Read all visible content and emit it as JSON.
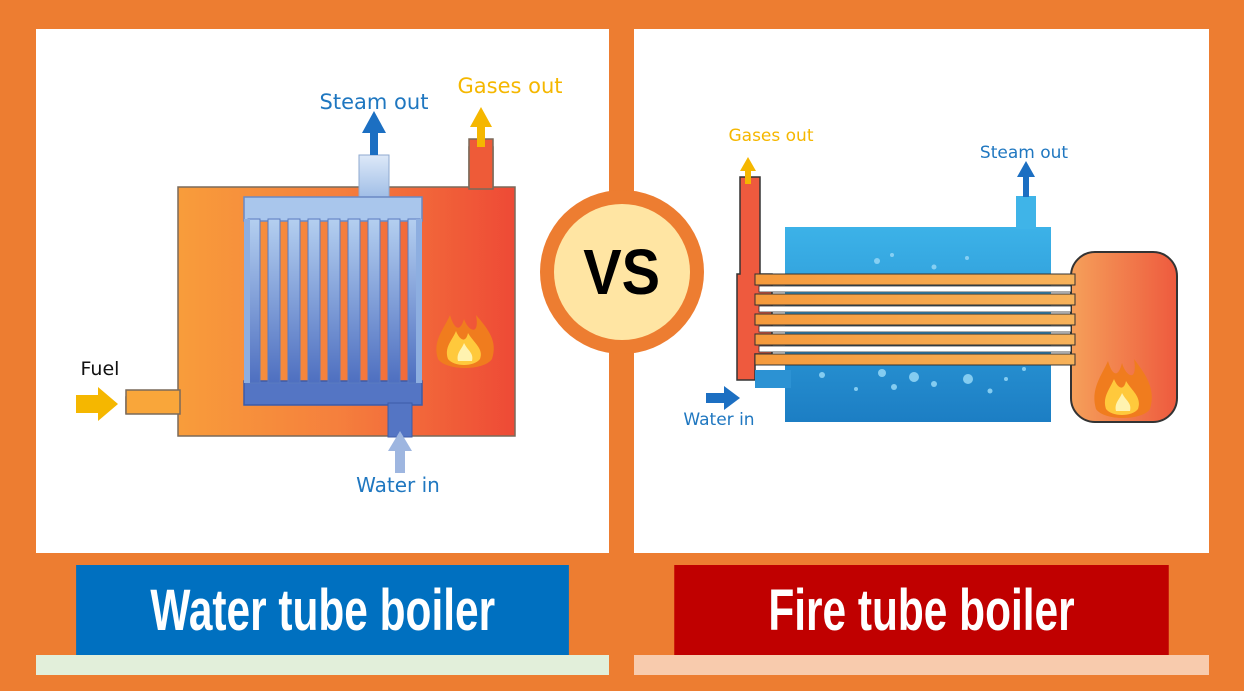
{
  "left": {
    "labels": {
      "steam_out": "Steam out",
      "gases_out": "Gases out",
      "fuel": "Fuel",
      "water_in": "Water in"
    },
    "title": "Water tube boiler"
  },
  "right": {
    "labels": {
      "gases_out": "Gases out",
      "steam_out": "Steam out",
      "water_in": "Water in"
    },
    "title": "Fire tube boiler"
  },
  "vs_label": "VS",
  "colors": {
    "background": "#ED7D31",
    "left_banner": "#0070C0",
    "right_banner": "#C00000",
    "blue_label": "#1F77C0",
    "yellow_label": "#F5B700",
    "vs_circle": "#FFE5A3"
  }
}
